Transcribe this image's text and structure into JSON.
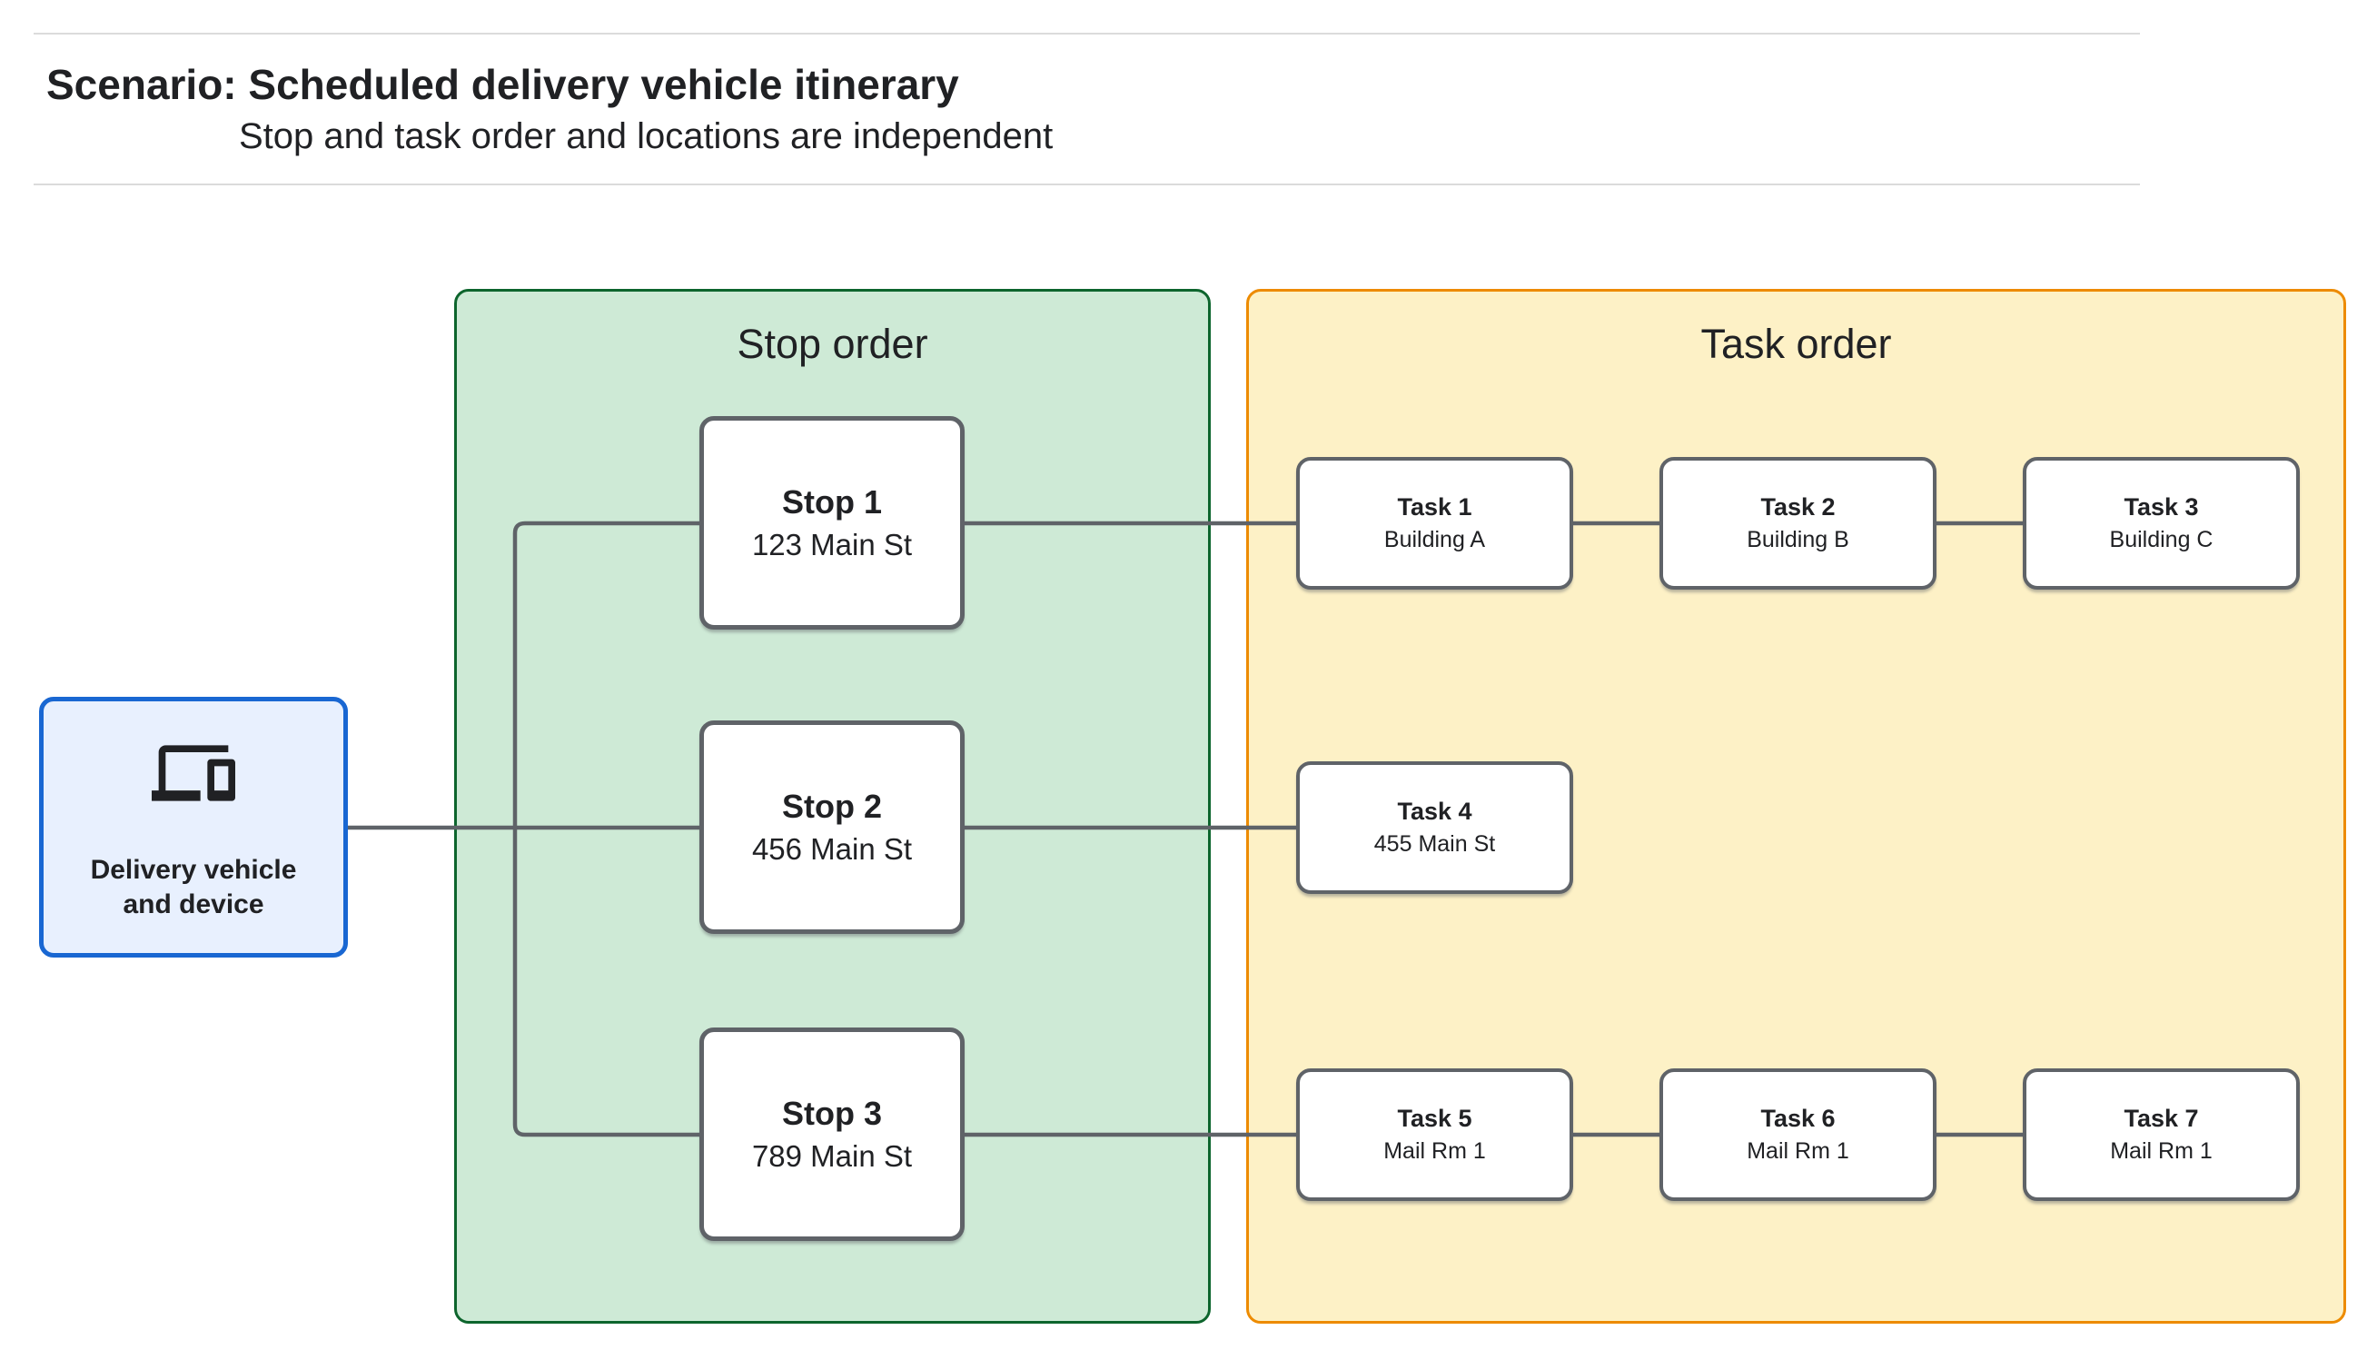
{
  "header": {
    "title": "Scenario: Scheduled delivery vehicle itinerary",
    "subtitle": "Stop and task order and locations are independent"
  },
  "vehicle": {
    "label_line1": "Delivery vehicle",
    "label_line2": "and device",
    "icon": "devices-icon"
  },
  "stop_panel": {
    "title": "Stop order",
    "stops": [
      {
        "label": "Stop 1",
        "location": "123 Main St"
      },
      {
        "label": "Stop 2",
        "location": "456 Main St"
      },
      {
        "label": "Stop 3",
        "location": "789 Main St"
      }
    ]
  },
  "task_panel": {
    "title": "Task order",
    "rows": [
      [
        {
          "label": "Task 1",
          "location": "Building A"
        },
        {
          "label": "Task 2",
          "location": "Building B"
        },
        {
          "label": "Task 3",
          "location": "Building C"
        }
      ],
      [
        {
          "label": "Task 4",
          "location": "455 Main St"
        }
      ],
      [
        {
          "label": "Task 5",
          "location": "Mail Rm 1"
        },
        {
          "label": "Task 6",
          "location": "Mail Rm 1"
        },
        {
          "label": "Task 7",
          "location": "Mail Rm 1"
        }
      ]
    ]
  },
  "colors": {
    "stop_panel_fill": "#CEEAD6",
    "stop_panel_border": "#0D652D",
    "task_panel_fill": "#FDF1C6",
    "task_panel_border": "#ED8B00",
    "vehicle_fill": "#E8F0FE",
    "vehicle_border": "#1967D2",
    "connector_gray": "#5F6368",
    "text": "#202124",
    "divider": "#DBDBDB"
  }
}
